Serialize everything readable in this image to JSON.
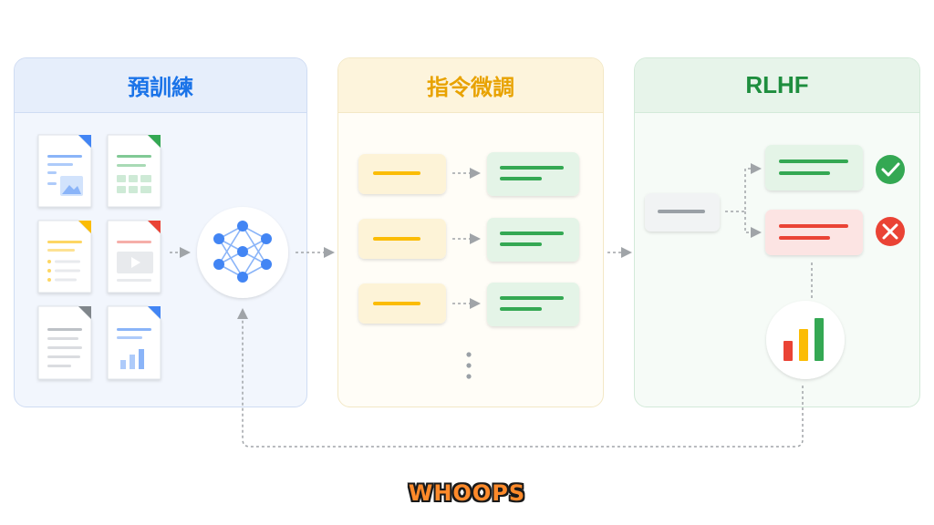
{
  "panels": {
    "pretrain": {
      "title": "預訓練"
    },
    "instruct": {
      "title": "指令微調"
    },
    "rlhf": {
      "title": "RLHF"
    }
  },
  "watermark": {
    "text": "WHOOPS"
  },
  "colors": {
    "blue": "#4285f4",
    "green": "#34a853",
    "yellow": "#fbbc04",
    "red": "#ea4335",
    "gray": "#9aa0a6"
  },
  "icons": [
    "neural-network-icon",
    "check-icon",
    "cross-icon",
    "bar-chart-icon",
    "document-icon",
    "image-icon",
    "table-icon",
    "video-icon"
  ]
}
